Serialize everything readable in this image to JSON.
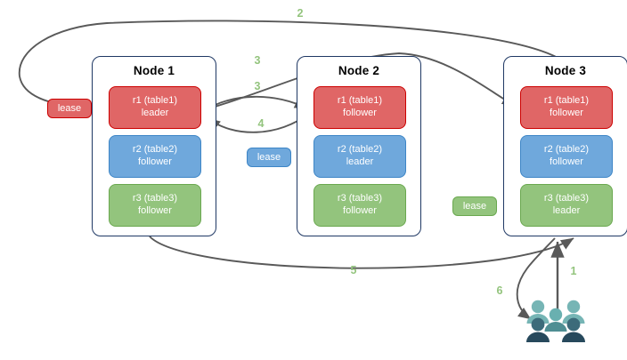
{
  "diagram": {
    "title_visible": false,
    "colors": {
      "leader_red": "#e06666",
      "red_border": "#cc0000",
      "follower_blue": "#6fa8dc",
      "blue_border": "#3d85c6",
      "follower_green": "#93c47d",
      "green_border": "#6aa84f",
      "node_border": "#1f3864",
      "edge": "#595959",
      "step_label": "#93c47d",
      "users_light": "#76b5b5",
      "users_mid": "#5f9ea0",
      "users_dark": "#37616f",
      "users_darkest": "#2b4a5a"
    }
  },
  "nodes": [
    {
      "id": "node1",
      "title": "Node 1",
      "replicas": [
        {
          "name": "r1 (table1)",
          "role": "leader",
          "color": "red"
        },
        {
          "name": "r2 (table2)",
          "role": "follower",
          "color": "blue"
        },
        {
          "name": "r3 (table3)",
          "role": "follower",
          "color": "green"
        }
      ]
    },
    {
      "id": "node2",
      "title": "Node 2",
      "replicas": [
        {
          "name": "r1 (table1)",
          "role": "follower",
          "color": "red"
        },
        {
          "name": "r2 (table2)",
          "role": "leader",
          "color": "blue"
        },
        {
          "name": "r3 (table3)",
          "role": "follower",
          "color": "green"
        }
      ]
    },
    {
      "id": "node3",
      "title": "Node 3",
      "replicas": [
        {
          "name": "r1 (table1)",
          "role": "follower",
          "color": "red"
        },
        {
          "name": "r2 (table2)",
          "role": "follower",
          "color": "blue"
        },
        {
          "name": "r3 (table3)",
          "role": "leader",
          "color": "green"
        }
      ]
    }
  ],
  "leases": [
    {
      "id": "lease-r1",
      "label": "lease",
      "color": "red"
    },
    {
      "id": "lease-r2",
      "label": "lease",
      "color": "blue"
    },
    {
      "id": "lease-r3",
      "label": "lease",
      "color": "green"
    }
  ],
  "steps": [
    {
      "id": "step-1",
      "label": "1"
    },
    {
      "id": "step-2",
      "label": "2"
    },
    {
      "id": "step-3a",
      "label": "3"
    },
    {
      "id": "step-3b",
      "label": "3"
    },
    {
      "id": "step-4",
      "label": "4"
    },
    {
      "id": "step-5",
      "label": "5"
    },
    {
      "id": "step-6",
      "label": "6"
    }
  ],
  "actors": {
    "users_icon": "users-icon",
    "count_figures": 5
  }
}
